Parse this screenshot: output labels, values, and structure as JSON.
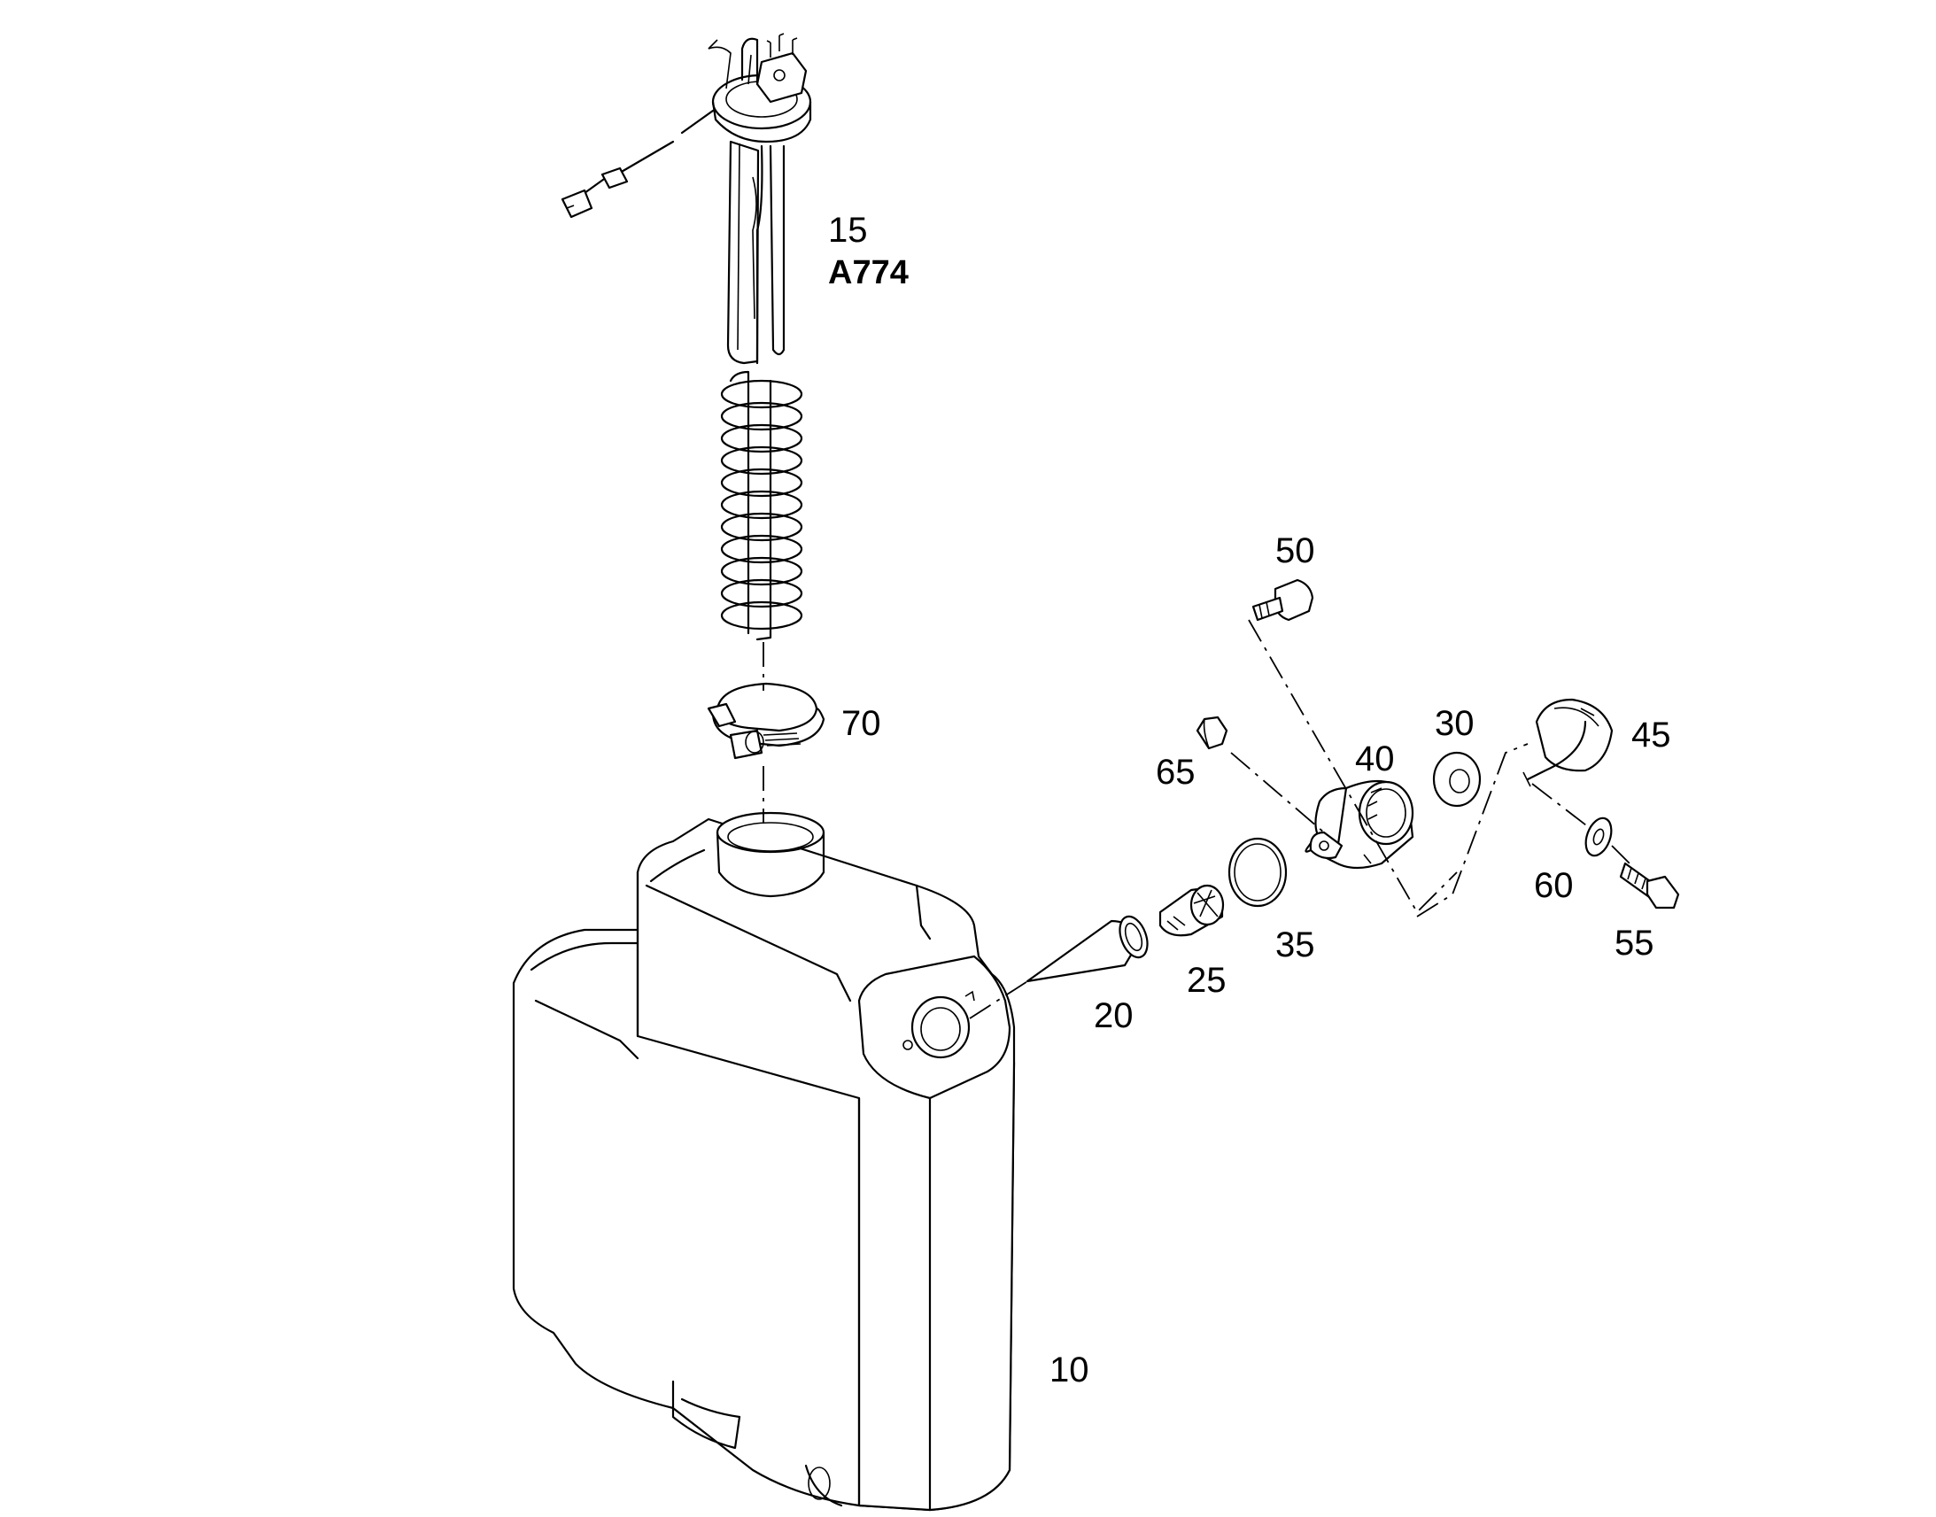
{
  "callouts": {
    "p15": "15",
    "a774": "A774",
    "p70": "70",
    "p50": "50",
    "p65": "65",
    "p40": "40",
    "p30": "30",
    "p45": "45",
    "p60": "60",
    "p55": "55",
    "p35": "35",
    "p25": "25",
    "p20": "20",
    "p10": "10"
  }
}
